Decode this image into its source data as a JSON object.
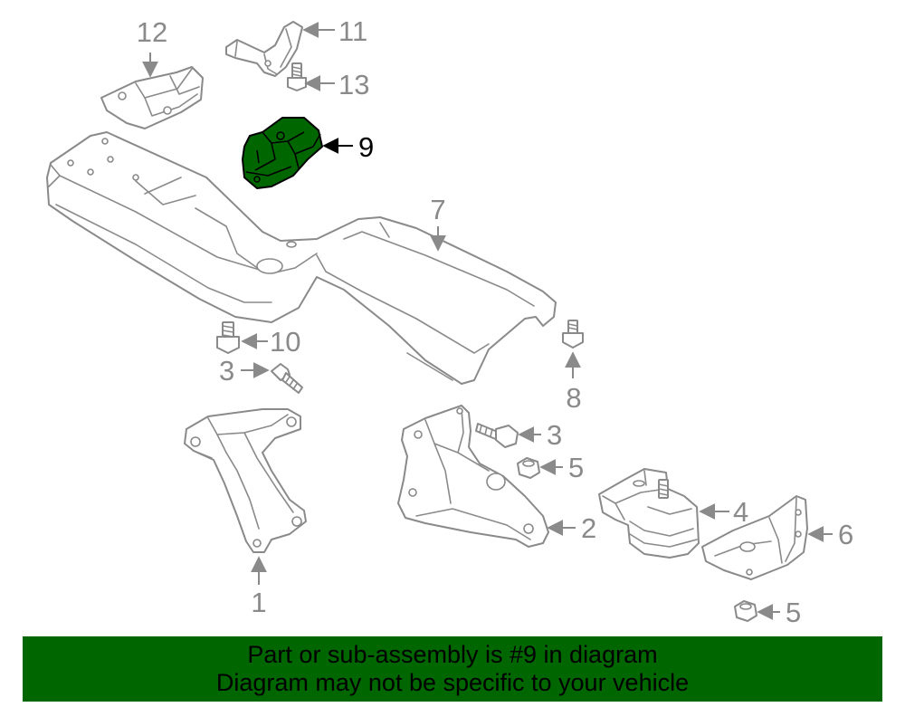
{
  "colors": {
    "accent": "#006600",
    "line": "#8a8a8a",
    "highlight_text": "#000000"
  },
  "callouts": {
    "c1": "1",
    "c2": "2",
    "c3a": "3",
    "c3b": "3",
    "c4": "4",
    "c5a": "5",
    "c5b": "5",
    "c6": "6",
    "c7": "7",
    "c8": "8",
    "c9": "9",
    "c10": "10",
    "c11": "11",
    "c12": "12",
    "c13": "13"
  },
  "footer": {
    "line1": "Part or sub-assembly is #9 in diagram",
    "line2": "Diagram may not be specific to your vehicle"
  }
}
